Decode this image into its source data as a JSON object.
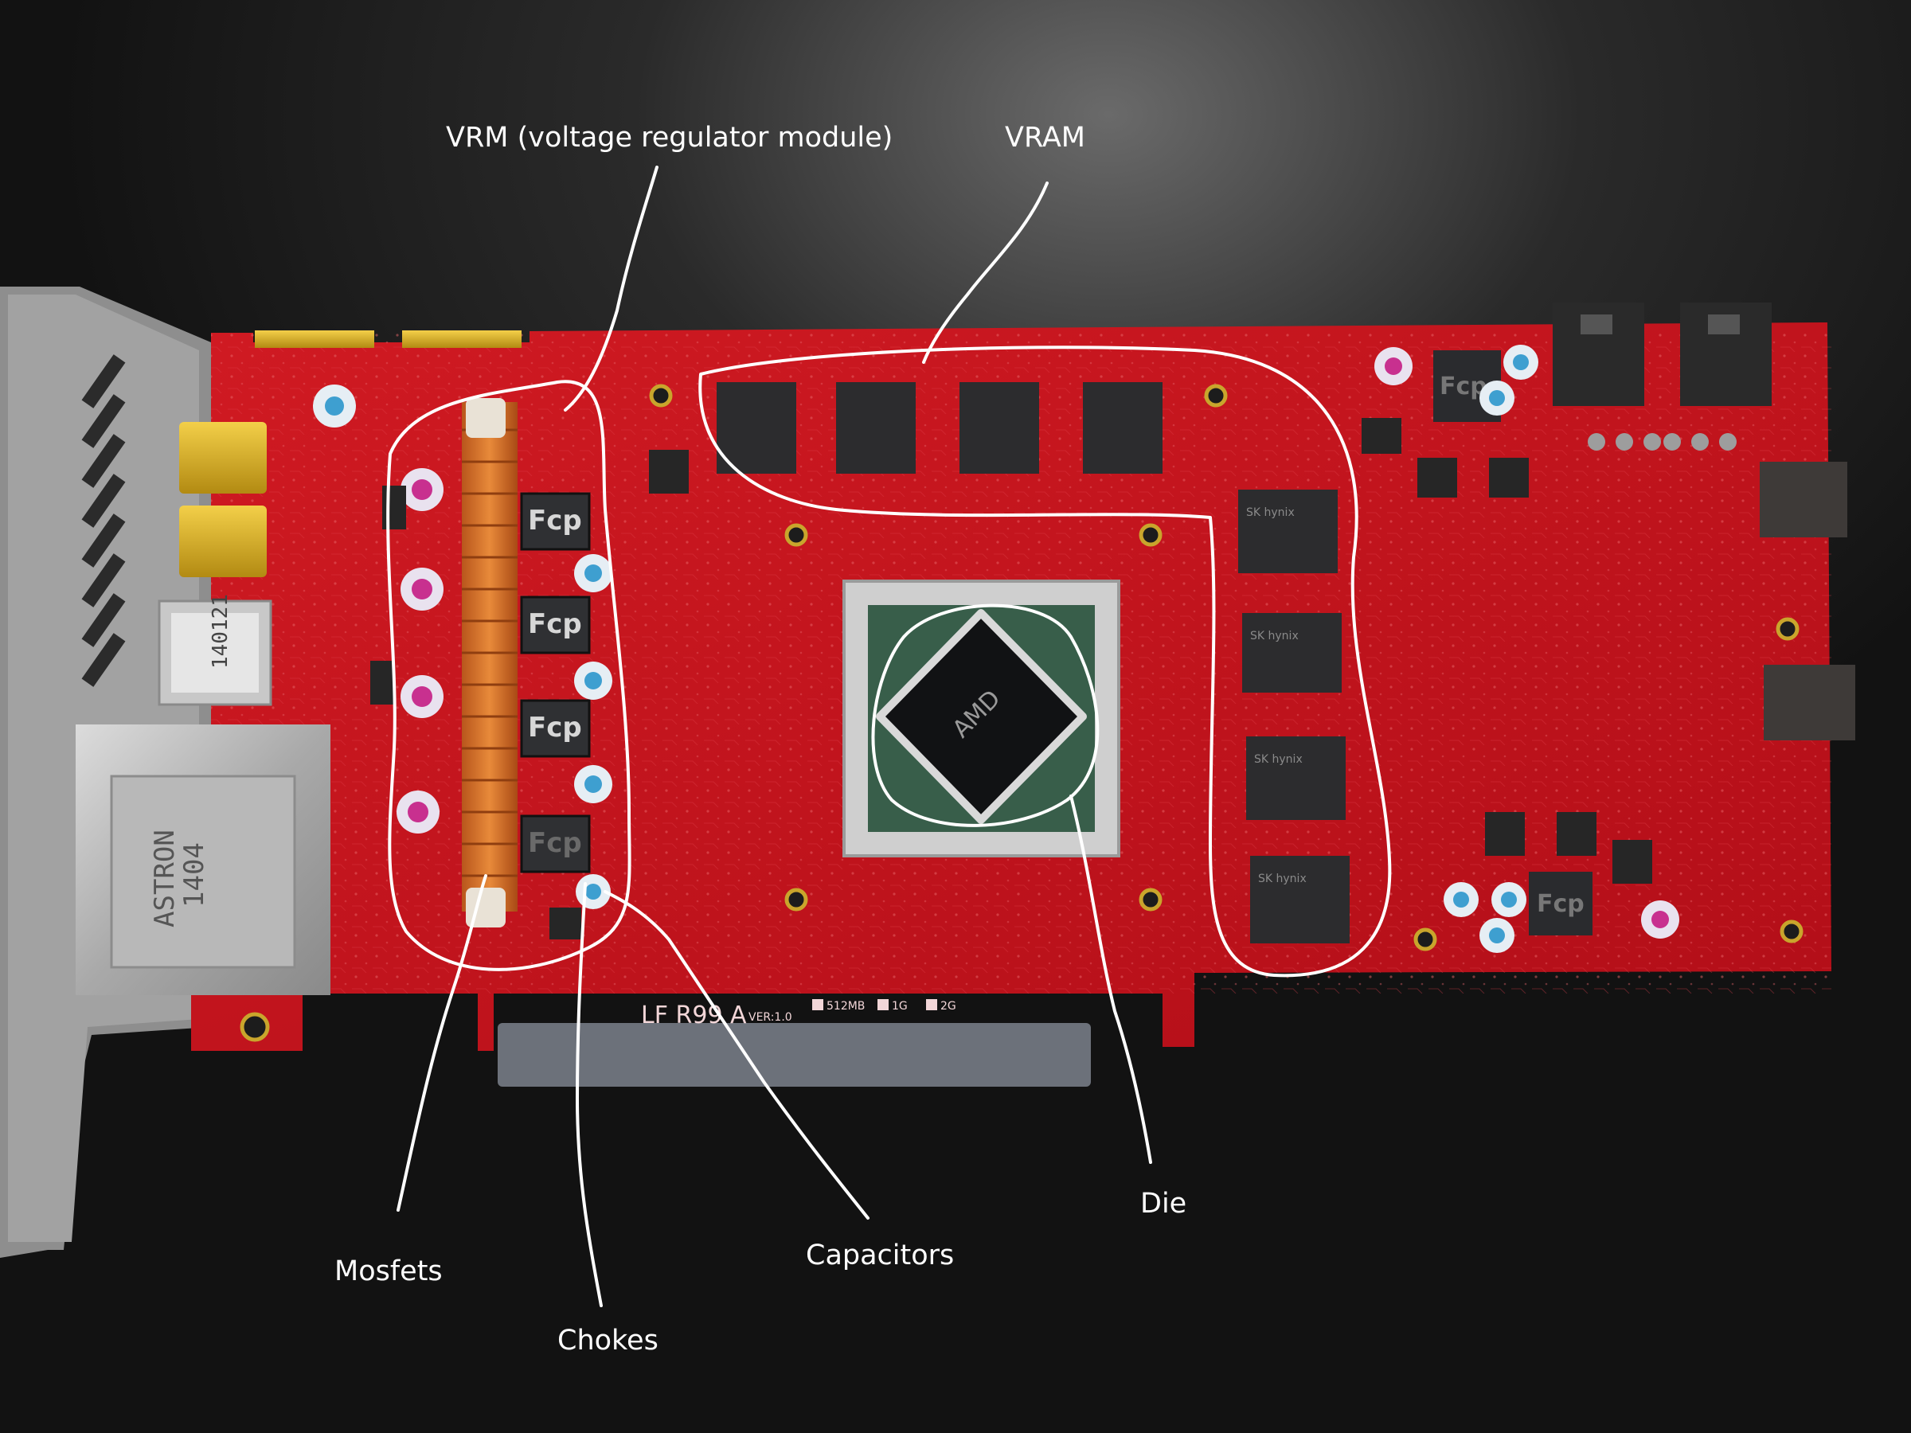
{
  "labels": {
    "vrm": "VRM (voltage regulator module)",
    "vram": "VRAM",
    "mosfets": "Mosfets",
    "chokes": "Chokes",
    "capacitors": "Capacitors",
    "die": "Die"
  },
  "board_print": {
    "model": "LF R99  A",
    "version": "VER:1.0",
    "mem_512": "512MB",
    "mem_1g": "1G",
    "mem_2g": "2G",
    "choke_brand": "Fcp",
    "bracket_stamp": "ASTRON",
    "bracket_number": "1404",
    "hdmi_code": "140121",
    "gpu_brand": "AMD",
    "mem_brand": "SK hynix"
  },
  "colors": {
    "background": "#141414",
    "pcb": "#c4121c",
    "annotation": "#ffffff"
  }
}
